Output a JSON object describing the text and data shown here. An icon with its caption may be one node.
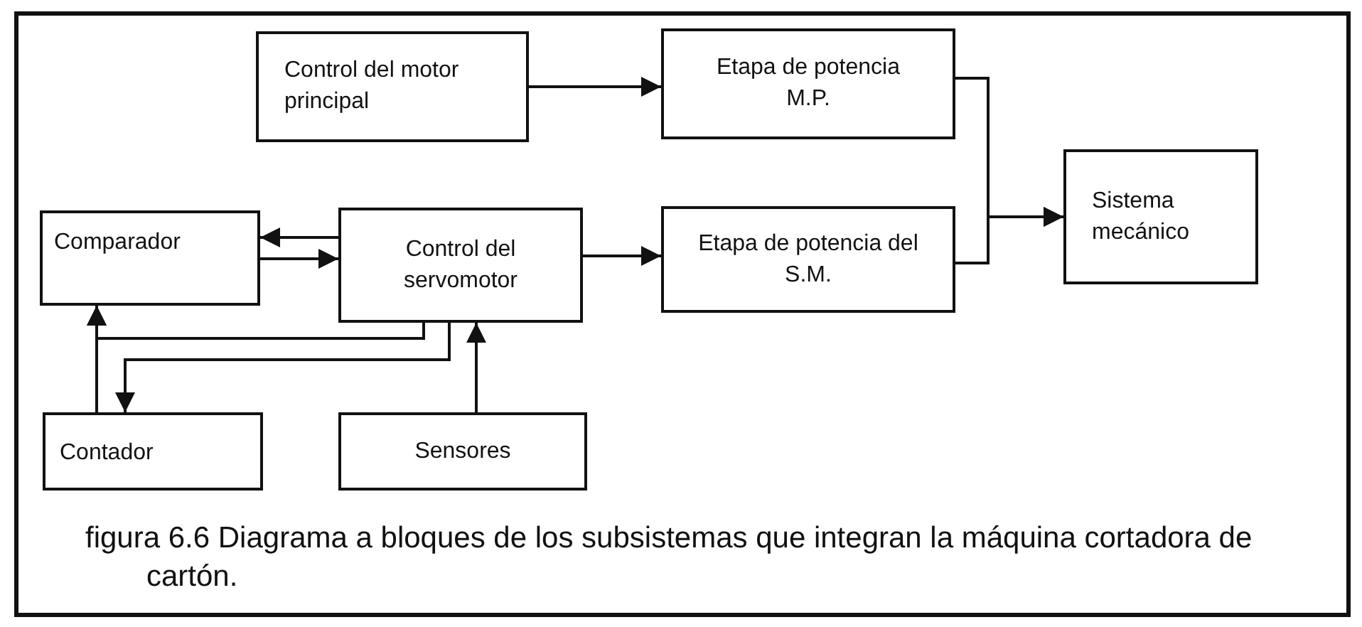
{
  "diagram": {
    "caption": "figura 6.6 Diagrama a bloques de los subsistemas que integran la máquina cortadora de cartón.",
    "nodes": [
      {
        "text": [
          "Control del motor principal"
        ]
      },
      {
        "text": [
          "Etapa de potencia M.P."
        ]
      },
      {
        "text": [
          "Sistema mecánico"
        ]
      },
      {
        "text": [
          "Comparador"
        ]
      },
      {
        "text": [
          "Control del servomotor"
        ]
      },
      {
        "text": [
          "Etapa de potencia del S.M."
        ]
      },
      {
        "text": [
          "Contador"
        ]
      },
      {
        "text": [
          "Sensores"
        ]
      }
    ],
    "edges": [
      {
        "from": 0,
        "to": 1,
        "arrow": "to"
      },
      {
        "from": 1,
        "to": 2,
        "arrow": "to"
      },
      {
        "from": 5,
        "to": 2,
        "arrow": "to"
      },
      {
        "from": 4,
        "to": 3,
        "arrow": "to"
      },
      {
        "from": 3,
        "to": 4,
        "arrow": "to"
      },
      {
        "from": 4,
        "to": 5,
        "arrow": "to"
      },
      {
        "from": 6,
        "to": 3,
        "arrow": "to"
      },
      {
        "from": 4,
        "to": 3,
        "arrow": "to"
      },
      {
        "from": 4,
        "to": 6,
        "arrow": "to"
      },
      {
        "from": 7,
        "to": 4,
        "arrow": "to"
      }
    ]
  }
}
